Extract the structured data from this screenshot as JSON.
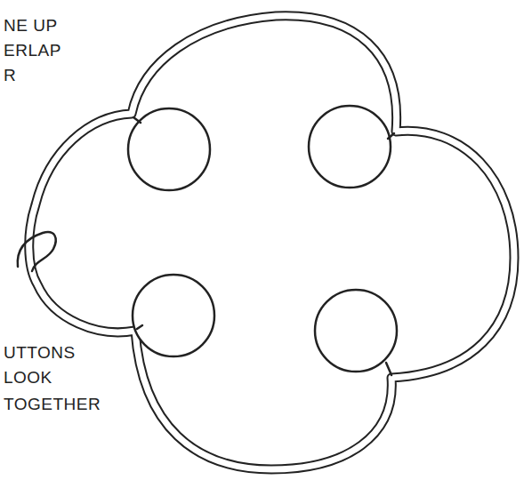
{
  "diagram": {
    "labels": [
      "NE UP",
      "ERLAP",
      "R",
      "UTTONS",
      "LOOK",
      "TOGETHER"
    ]
  }
}
